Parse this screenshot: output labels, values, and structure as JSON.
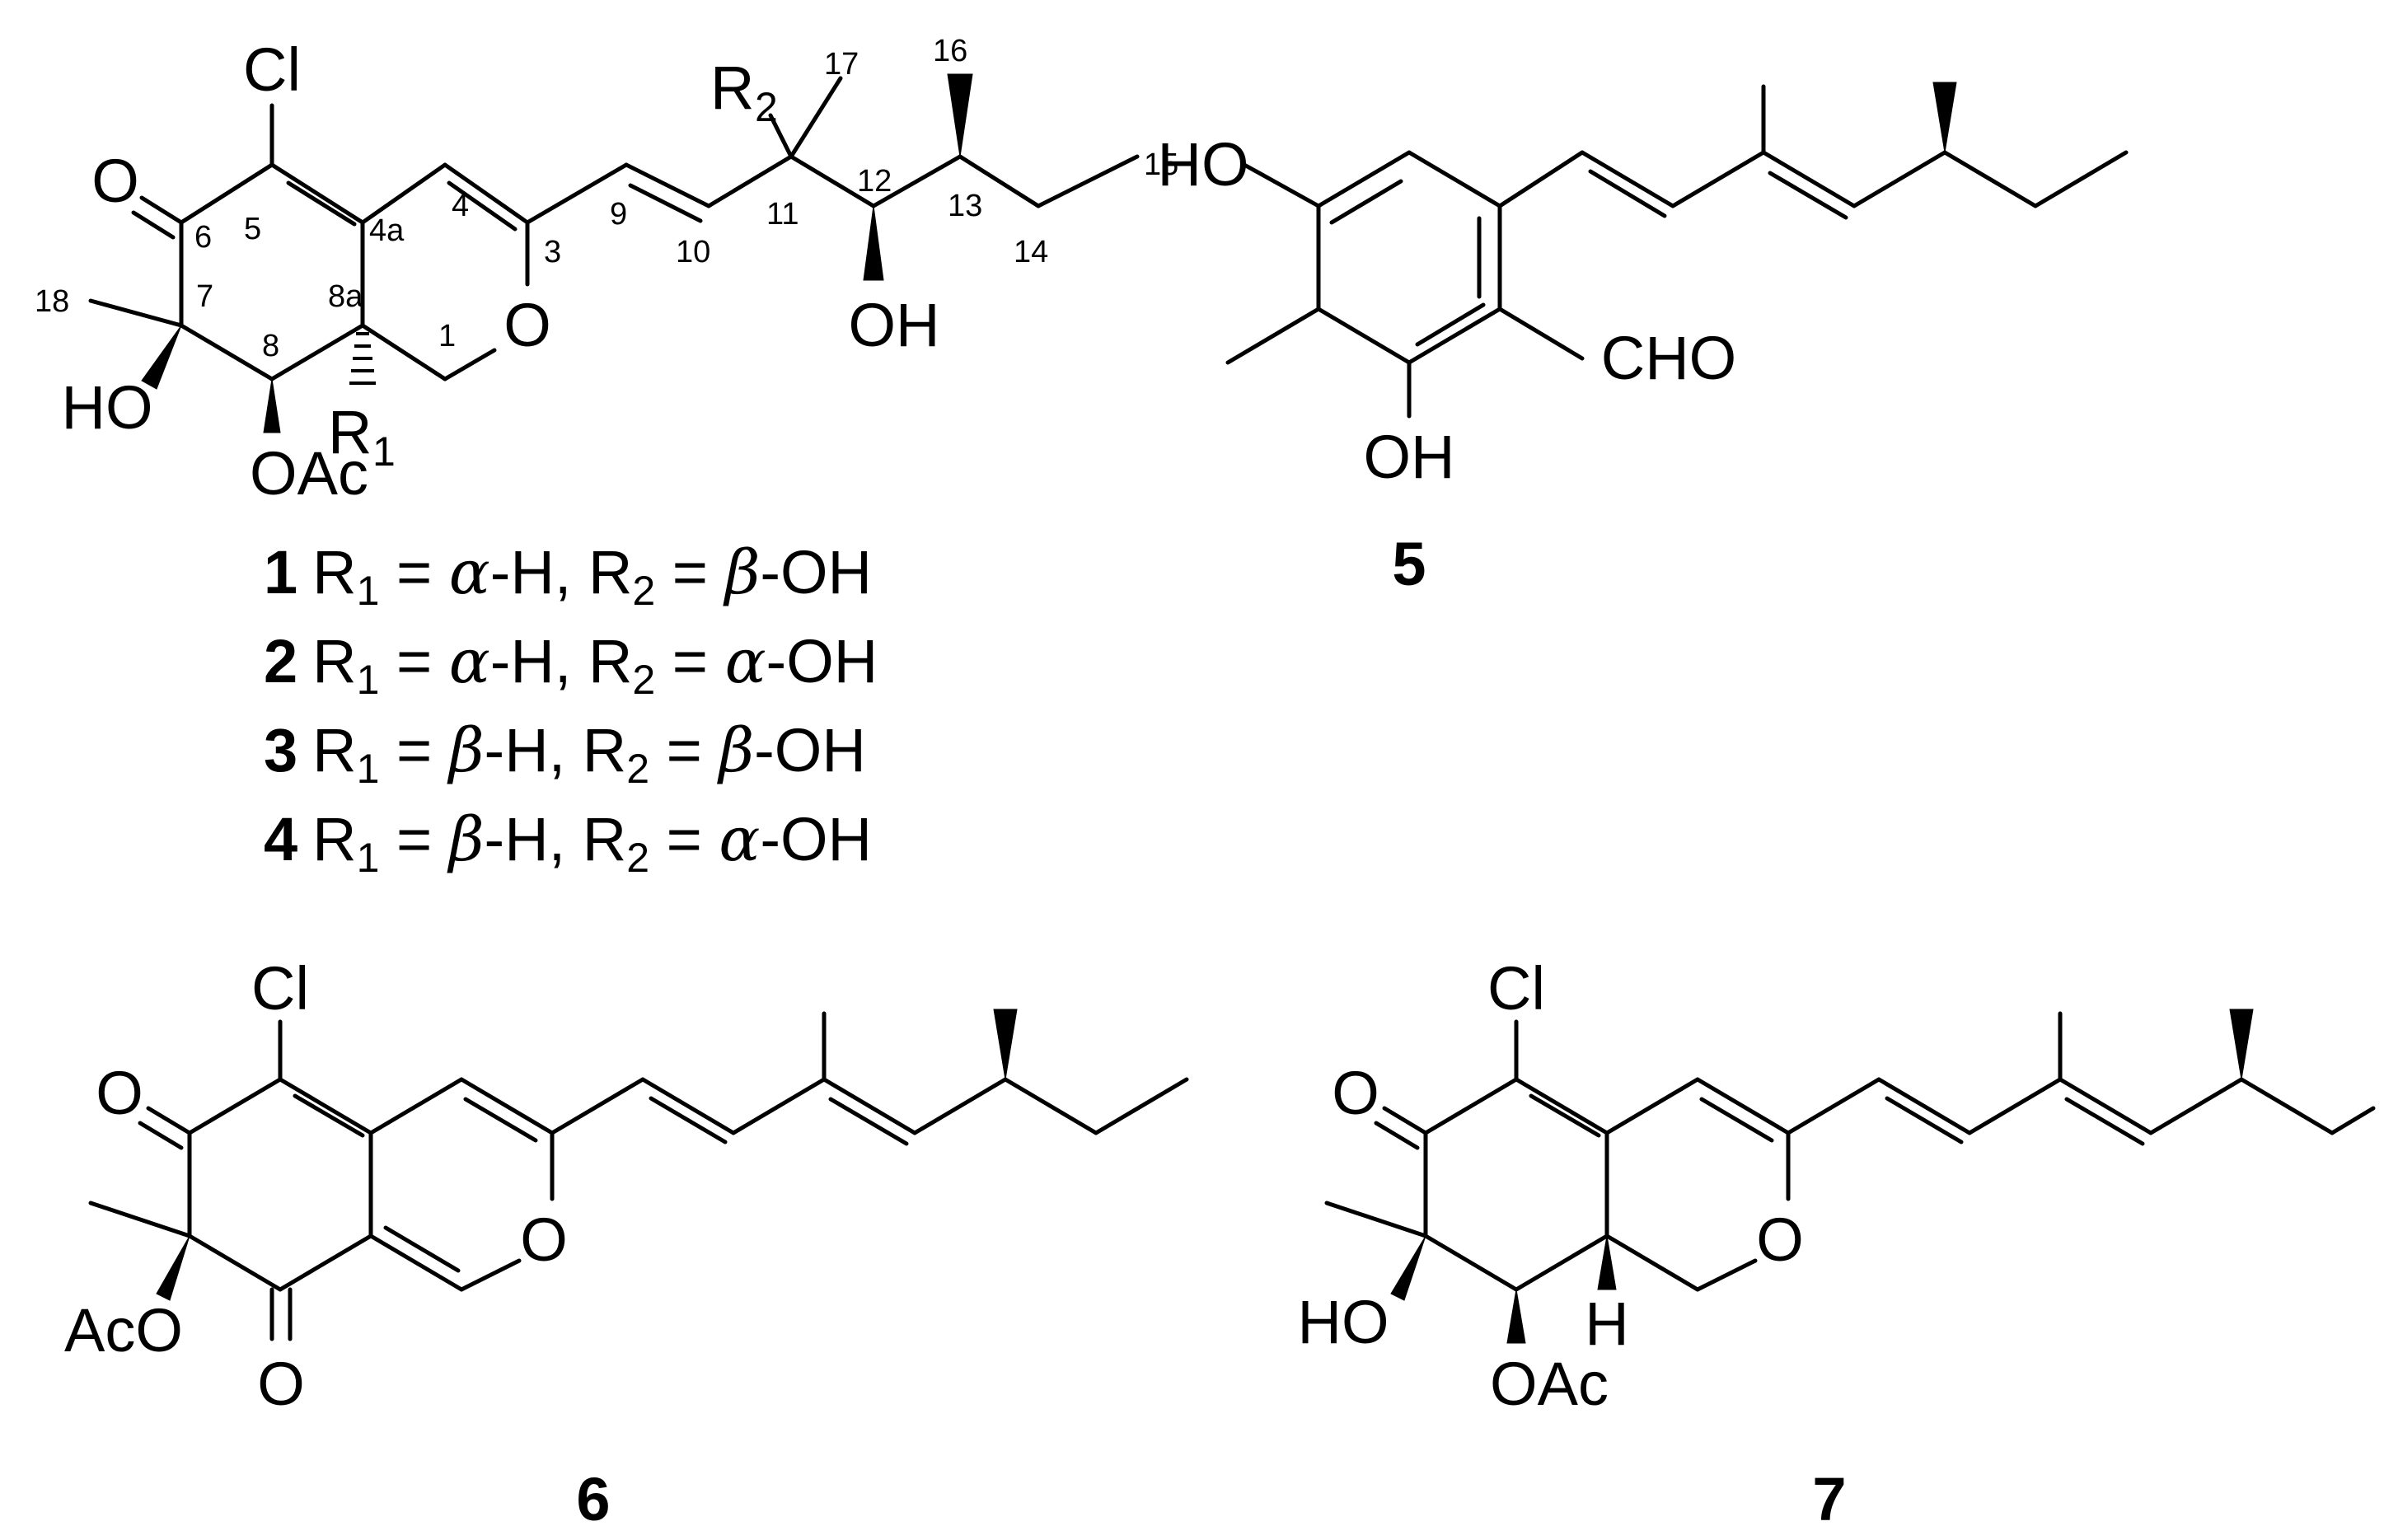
{
  "structure_1": {
    "atoms": {
      "cl": "Cl",
      "o6": "O",
      "o_ring": "O",
      "ho7": "HO",
      "oac8": "OAc",
      "oh12": "OH",
      "r1": "R",
      "r1_sub": "1",
      "r2": "R",
      "r2_sub": "2"
    },
    "locants": {
      "n1": "1",
      "n3": "3",
      "n4": "4",
      "n4a": "4a",
      "n5": "5",
      "n6": "6",
      "n7": "7",
      "n8": "8",
      "n8a": "8a",
      "n9": "9",
      "n10": "10",
      "n11": "11",
      "n12": "12",
      "n13": "13",
      "n14": "14",
      "n15": "15",
      "n16": "16",
      "n17": "17",
      "n18": "18"
    }
  },
  "legend": [
    {
      "num": "1",
      "r1": "R",
      "r1_sub": "1",
      "eq1": " = ",
      "g1": "α",
      "t1": "-H, ",
      "r2": "R",
      "r2_sub": "2",
      "eq2": " = ",
      "g2": "β",
      "t2": "-OH"
    },
    {
      "num": "2",
      "r1": "R",
      "r1_sub": "1",
      "eq1": " = ",
      "g1": "α",
      "t1": "-H, ",
      "r2": "R",
      "r2_sub": "2",
      "eq2": " = ",
      "g2": "α",
      "t2": "-OH"
    },
    {
      "num": "3",
      "r1": "R",
      "r1_sub": "1",
      "eq1": " = ",
      "g1": "β",
      "t1": "-H, ",
      "r2": "R",
      "r2_sub": "2",
      "eq2": " = ",
      "g2": "β",
      "t2": "-OH"
    },
    {
      "num": "4",
      "r1": "R",
      "r1_sub": "1",
      "eq1": " = ",
      "g1": "β",
      "t1": "-H, ",
      "r2": "R",
      "r2_sub": "2",
      "eq2": " = ",
      "g2": "α",
      "t2": "-OH"
    }
  ],
  "structure_5": {
    "atoms": {
      "ho": "HO",
      "oh": "OH",
      "cho": "CHO"
    },
    "label": "5"
  },
  "structure_6": {
    "atoms": {
      "cl": "Cl",
      "o6": "O",
      "o8": "O",
      "o_ring": "O",
      "aco": "AcO"
    },
    "label": "6"
  },
  "structure_7": {
    "atoms": {
      "cl": "Cl",
      "o6": "O",
      "o_ring": "O",
      "ho": "HO",
      "oac": "OAc",
      "h": "H"
    },
    "label": "7"
  }
}
